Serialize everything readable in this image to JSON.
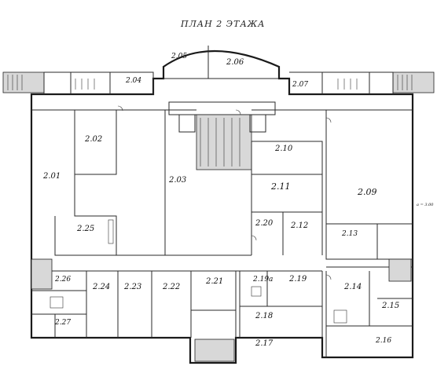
{
  "title": "ПЛАН 2 ЭТАЖА",
  "rooms": [
    {
      "id": "2.05",
      "label": "2.05"
    },
    {
      "id": "2.06",
      "label": "2.06"
    },
    {
      "id": "2.04",
      "label": "2.04"
    },
    {
      "id": "2.07",
      "label": "2.07"
    },
    {
      "id": "2.02",
      "label": "2.02"
    },
    {
      "id": "2.01",
      "label": "2.01"
    },
    {
      "id": "2.03",
      "label": "2.03"
    },
    {
      "id": "2.10",
      "label": "2.10"
    },
    {
      "id": "2.11",
      "label": "2.11"
    },
    {
      "id": "2.09",
      "label": "2.09"
    },
    {
      "id": "2.20",
      "label": "2.20"
    },
    {
      "id": "2.12",
      "label": "2.12"
    },
    {
      "id": "2.13",
      "label": "2.13"
    },
    {
      "id": "2.25",
      "label": "2.25"
    },
    {
      "id": "2.26",
      "label": "2.26"
    },
    {
      "id": "2.24",
      "label": "2.24"
    },
    {
      "id": "2.23",
      "label": "2.23"
    },
    {
      "id": "2.22",
      "label": "2.22"
    },
    {
      "id": "2.21",
      "label": "2.21"
    },
    {
      "id": "2.19a",
      "label": "2.19а"
    },
    {
      "id": "2.19",
      "label": "2.19"
    },
    {
      "id": "2.14",
      "label": "2.14"
    },
    {
      "id": "2.15",
      "label": "2.15"
    },
    {
      "id": "2.18",
      "label": "2.18"
    },
    {
      "id": "2.17",
      "label": "2.17"
    },
    {
      "id": "2.16",
      "label": "2.16"
    },
    {
      "id": "2.27",
      "label": "2.27"
    }
  ],
  "scale_note": "а = 3.00"
}
